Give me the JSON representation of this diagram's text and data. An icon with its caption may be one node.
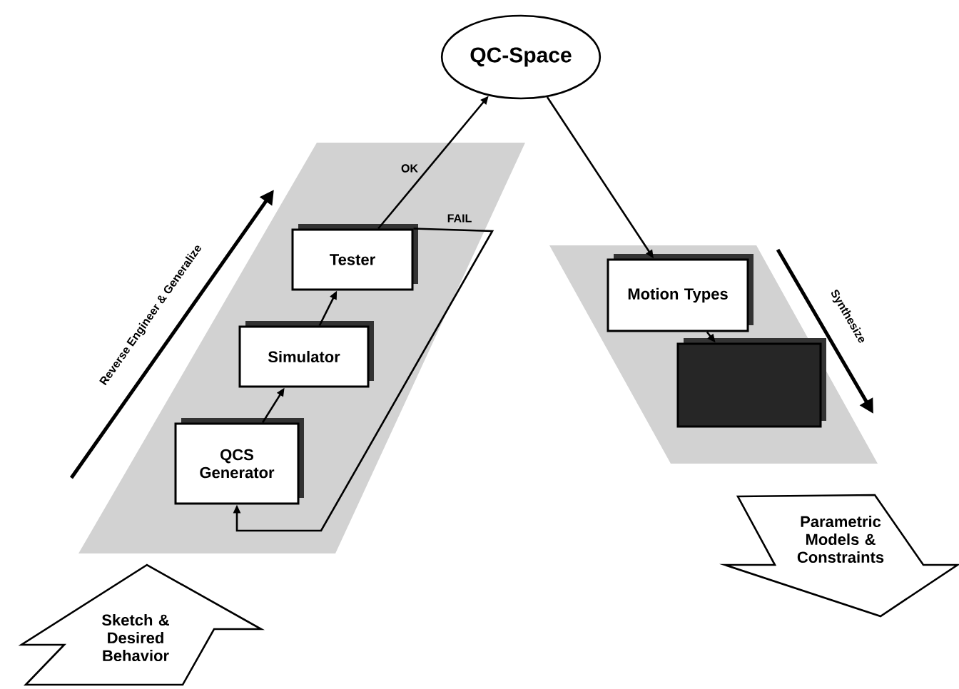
{
  "diagram": {
    "nodes": [
      {
        "text": [
          "QC-Space"
        ]
      },
      {
        "text": [
          "Tester"
        ]
      },
      {
        "text": [
          "Simulator"
        ]
      },
      {
        "text": [
          "QCS Generator"
        ]
      },
      {
        "text": [
          "Motion Types"
        ]
      },
      {
        "text": [],
        "shape": "box"
      },
      {
        "text": [
          "Sketch & Desired Behavior"
        ]
      },
      {
        "text": [
          "Parametric Models & Constraints"
        ]
      }
    ],
    "edges": [
      {
        "from": 3,
        "to": 2,
        "arrow": "to"
      },
      {
        "from": 2,
        "to": 1,
        "arrow": "to"
      },
      {
        "from": 1,
        "to": 0,
        "arrow": "to",
        "label": "OK"
      },
      {
        "from": 1,
        "to": 3,
        "arrow": "to",
        "label": "FAIL"
      },
      {
        "from": 0,
        "to": 4,
        "arrow": "to"
      },
      {
        "from": 4,
        "to": 5,
        "arrow": "to"
      }
    ],
    "labels": [
      "Reverse Engineer & Generalize",
      "Synthesize"
    ]
  }
}
